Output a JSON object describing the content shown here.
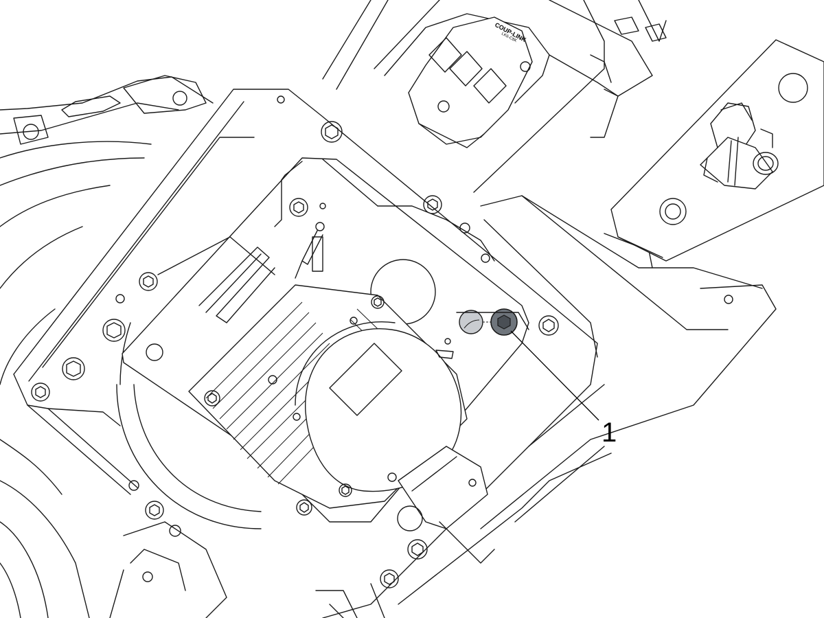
{
  "diagram": {
    "callouts": [
      {
        "label": "1"
      }
    ],
    "coupling_marking": {
      "brand": "COUP-LINK",
      "model": "LK6-C8K"
    },
    "colors": {
      "line": "#1a1a1a",
      "highlight_part": "#7a8088",
      "highlight_part_dark": "#4a4f55",
      "background": "#ffffff"
    }
  }
}
